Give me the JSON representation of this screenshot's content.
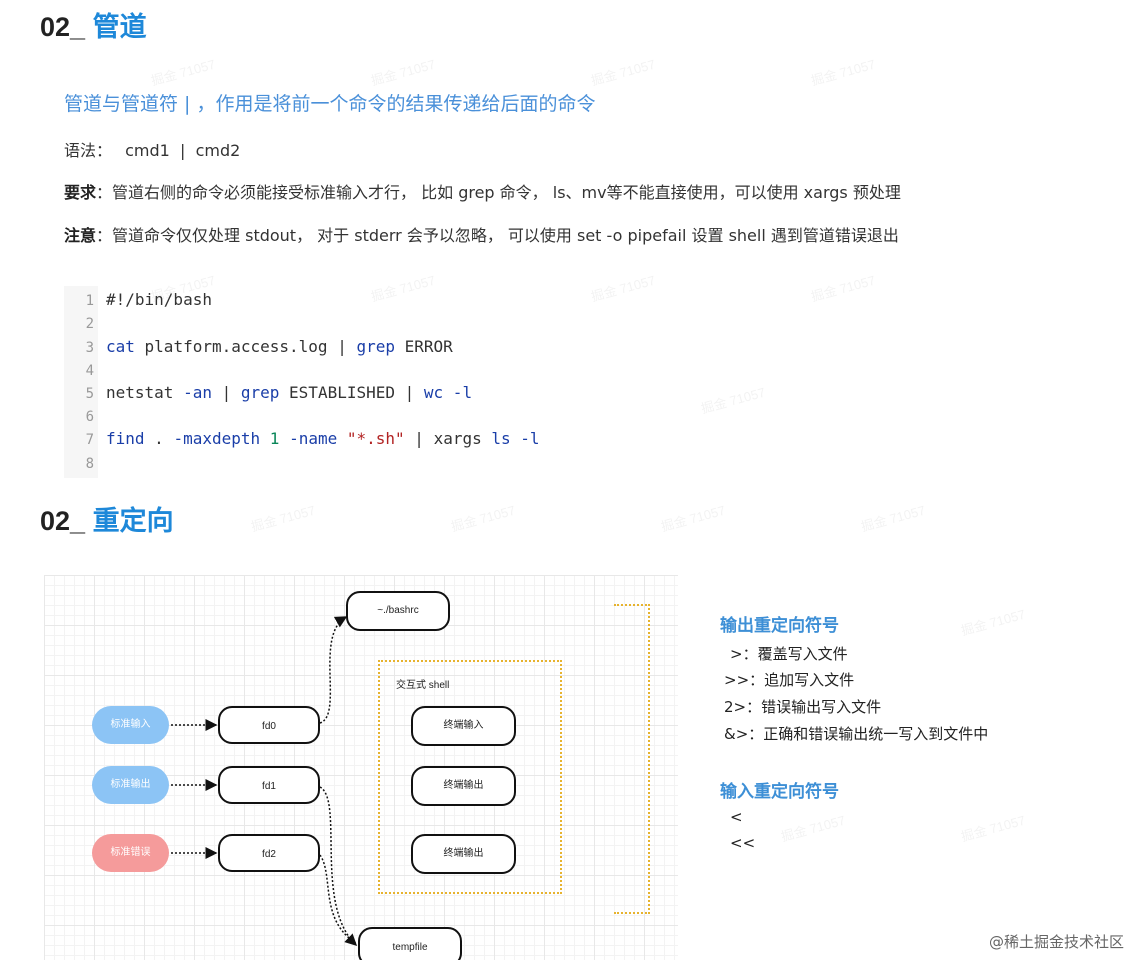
{
  "section1": {
    "title_prefix": "02_",
    "title_main": "管道",
    "lead": "管道与管道符 | ，作用是将前一个命令的结果传递给后面的命令",
    "syntax_label": "语法：",
    "syntax_value": "cmd1  |  cmd2",
    "require_label": "要求",
    "require_text": "：管道右侧的命令必须能接受标准输入才行， 比如 grep 命令， ls、mv等不能直接使用，可以使用 xargs 预处理",
    "note_label": "注意",
    "note_text": "：管道命令仅仅处理 stdout， 对于 stderr 会予以忽略， 可以使用 set -o pipefail 设置 shell 遇到管道错误退出"
  },
  "code": {
    "line_numbers": [
      "1",
      "2",
      "3",
      "4",
      "5",
      "6",
      "7",
      "8"
    ],
    "l1": "#!/bin/bash",
    "l3_cmd": "cat",
    "l3_arg": " platform.access.log | ",
    "l3_grep": "grep",
    "l3_rest": " ERROR",
    "l5_cmd": "netstat ",
    "l5_opt": "-an",
    "l5_pipe": " | ",
    "l5_grep": "grep",
    "l5_mid": " ESTABLISHED | ",
    "l5_wc": "wc",
    "l5_opt2": " -l",
    "l7_find": "find",
    "l7_dot": " . ",
    "l7_opt1": "-maxdepth",
    "l7_sp": " ",
    "l7_num": "1",
    "l7_sp2": " ",
    "l7_opt2": "-name",
    "l7_sp3": " ",
    "l7_str": "\"*.sh\"",
    "l7_tail": " | xargs ",
    "l7_ls": "ls",
    "l7_opt3": " -l"
  },
  "section2": {
    "title_prefix": "02_",
    "title_main": "重定向"
  },
  "diagram": {
    "bashrc": "~./bashrc",
    "shell_title": "交互式 shell",
    "stdin": "标准输入",
    "stdout": "标准输出",
    "stderr": "标准错误",
    "fd0": "fd0",
    "fd1": "fd1",
    "fd2": "fd2",
    "term_in": "终端输入",
    "term_out1": "终端输出",
    "term_out2": "终端输出",
    "tempfile": "tempfile",
    "colors": {
      "stdin": "#8cc4f5",
      "stdout": "#8cc4f5",
      "stderr": "#f59b9b",
      "dotted": "#e7b32e"
    }
  },
  "side": {
    "out_title": "输出重定向符号",
    "out_items": [
      ">：覆盖写入文件",
      ">>：追加写入文件",
      "2>：错误输出写入文件",
      "&>：正确和错误输出统一写入到文件中"
    ],
    "in_title": "输入重定向符号",
    "in_items": [
      "<",
      "<<"
    ]
  },
  "footer": "@稀土掘金技术社区",
  "watermark": "掘金 71057"
}
